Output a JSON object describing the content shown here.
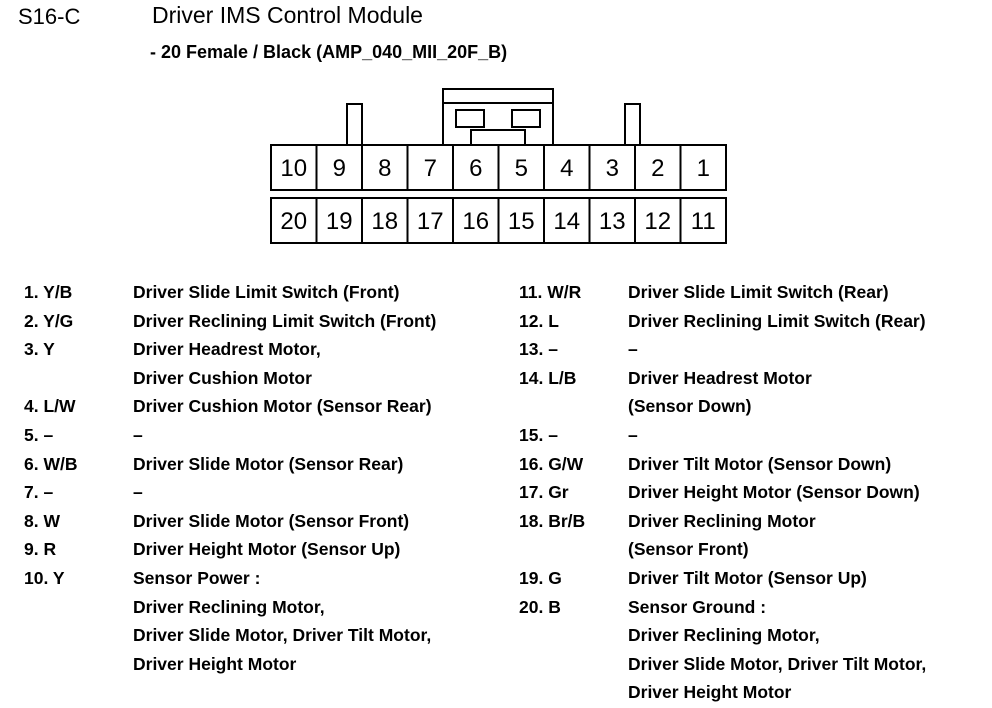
{
  "header": {
    "connector_code": "S16-C",
    "module_title": "Driver IMS Control Module",
    "connector_subtitle": "- 20 Female / Black (AMP_040_MII_20F_B)"
  },
  "connector": {
    "type": "2-row-20-pin-female-connector",
    "top_row_labels": [
      "10",
      "9",
      "8",
      "7",
      "6",
      "5",
      "4",
      "3",
      "2",
      "1"
    ],
    "bottom_row_labels": [
      "20",
      "19",
      "18",
      "17",
      "16",
      "15",
      "14",
      "13",
      "12",
      "11"
    ],
    "pin_count": 20,
    "outline_color": "#000000",
    "fill_color": "#ffffff"
  },
  "pins_left": [
    {
      "id": "1. Y/B",
      "desc": "Driver Slide Limit Switch (Front)"
    },
    {
      "id": "2. Y/G",
      "desc": "Driver Reclining Limit Switch (Front)"
    },
    {
      "id": "3. Y",
      "desc": "Driver Headrest Motor,\nDriver Cushion Motor"
    },
    {
      "id": "4. L/W",
      "desc": "Driver Cushion Motor (Sensor Rear)"
    },
    {
      "id": "5. –",
      "desc": "–"
    },
    {
      "id": "6. W/B",
      "desc": "Driver Slide Motor (Sensor Rear)"
    },
    {
      "id": "7. –",
      "desc": "–"
    },
    {
      "id": "8. W",
      "desc": "Driver Slide Motor (Sensor Front)"
    },
    {
      "id": "9. R",
      "desc": "Driver Height Motor (Sensor Up)"
    },
    {
      "id": "10. Y",
      "desc": "Sensor Power :\nDriver Reclining Motor,\nDriver Slide Motor, Driver Tilt Motor,\nDriver Height Motor"
    }
  ],
  "pins_right": [
    {
      "id": "11. W/R",
      "desc": "Driver Slide Limit Switch (Rear)"
    },
    {
      "id": "12. L",
      "desc": "Driver Reclining Limit Switch (Rear)"
    },
    {
      "id": "13. –",
      "desc": "–"
    },
    {
      "id": "14. L/B",
      "desc": "Driver Headrest Motor\n(Sensor Down)"
    },
    {
      "id": "15. –",
      "desc": "–"
    },
    {
      "id": "16. G/W",
      "desc": "Driver Tilt Motor (Sensor Down)"
    },
    {
      "id": "17. Gr",
      "desc": "Driver Height Motor (Sensor Down)"
    },
    {
      "id": "18. Br/B",
      "desc": "Driver Reclining Motor\n(Sensor Front)"
    },
    {
      "id": "19. G",
      "desc": "Driver Tilt Motor (Sensor Up)"
    },
    {
      "id": "20. B",
      "desc": "Sensor Ground :\nDriver Reclining Motor,\nDriver Slide Motor, Driver Tilt Motor,\nDriver Height Motor"
    }
  ]
}
